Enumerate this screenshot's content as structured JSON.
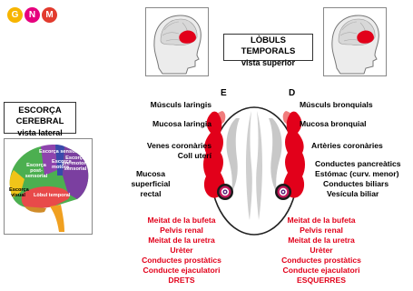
{
  "logo": {
    "letters": [
      "G",
      "N",
      "M"
    ],
    "colors": [
      "#f7b500",
      "#e6007e",
      "#e23b2e"
    ]
  },
  "temporal_title": {
    "line1": "LÒBULS TEMPORALS",
    "line2": "vista superior"
  },
  "cortex_title": {
    "line1": "ESCORÇA CEREBRAL",
    "line2": "vista lateral"
  },
  "side_labels": {
    "left": "E",
    "right": "D"
  },
  "left_labels": {
    "laryngeal_muscles": "Músculs laringis",
    "laryngeal_mucosa": "Mucosa laringia",
    "coronary_veins": "Venes coronàries",
    "uterine_neck": "Coll uterí",
    "rectal_1": "Mucosa",
    "rectal_2": "superficial",
    "rectal_3": "rectal"
  },
  "right_labels": {
    "bronchial_muscles": "Músculs bronquials",
    "bronchial_mucosa": "Mucosa bronquial",
    "coronary_arteries": "Artèries coronàries",
    "pancreatic_ducts": "Conductes pancreàtics",
    "stomach": "Estómac (curv. menor)",
    "bile_ducts": "Conductes biliars",
    "gallbladder": "Vesícula biliar"
  },
  "bottom_left": [
    "Meitat de la bufeta",
    "Pelvis renal",
    "Meitat de la uretra",
    "Urèter",
    "Conductes prostàtics",
    "Conducte ejaculatori",
    "DRETS"
  ],
  "bottom_right": [
    "Meitat de la bufeta",
    "Pelvis renal",
    "Meitat de la uretra",
    "Urèter",
    "Conductes prostàtics",
    "Conducte ejaculatori",
    "ESQUERRES"
  ],
  "brain_regions": {
    "sensorial": "Escorça sensorial",
    "motora": "Escorça motora",
    "premotora": "Escorça pre-motora sensorial",
    "postsensorial": "Escorça post-sensorial",
    "visual": "Escorça visual",
    "temporal": "Lòbul temporal"
  },
  "colors": {
    "red": "#e2001a",
    "lobe_light": "#f07c7c",
    "grey": "#c8c8c8"
  }
}
